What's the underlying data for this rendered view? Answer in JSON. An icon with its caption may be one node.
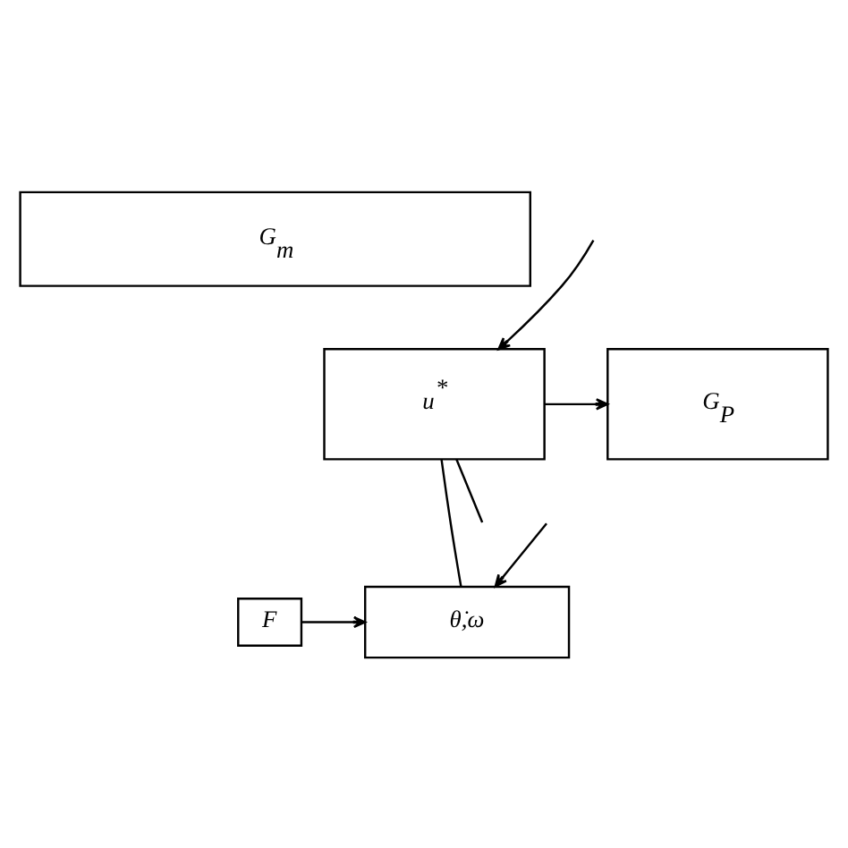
{
  "diagram": {
    "nodes": [
      {
        "text": [
          "G$_{m}$"
        ]
      },
      {
        "text": [
          "u$^{*}$"
        ]
      },
      {
        "text": [
          "G$_{P}$"
        ]
      },
      {
        "text": [
          "θ̇,ω"
        ]
      },
      {
        "text": [
          "F"
        ]
      }
    ],
    "edges": [
      {
        "from": null,
        "to": 1,
        "arrow": "to"
      },
      {
        "from": 1,
        "to": 2,
        "arrow": "to"
      },
      {
        "from": 1,
        "to": null,
        "arrow": "none"
      },
      {
        "from": 1,
        "to": 3,
        "arrow": "none"
      },
      {
        "from": 4,
        "to": 3,
        "arrow": "to"
      },
      {
        "from": null,
        "to": 3,
        "arrow": "to"
      }
    ]
  }
}
